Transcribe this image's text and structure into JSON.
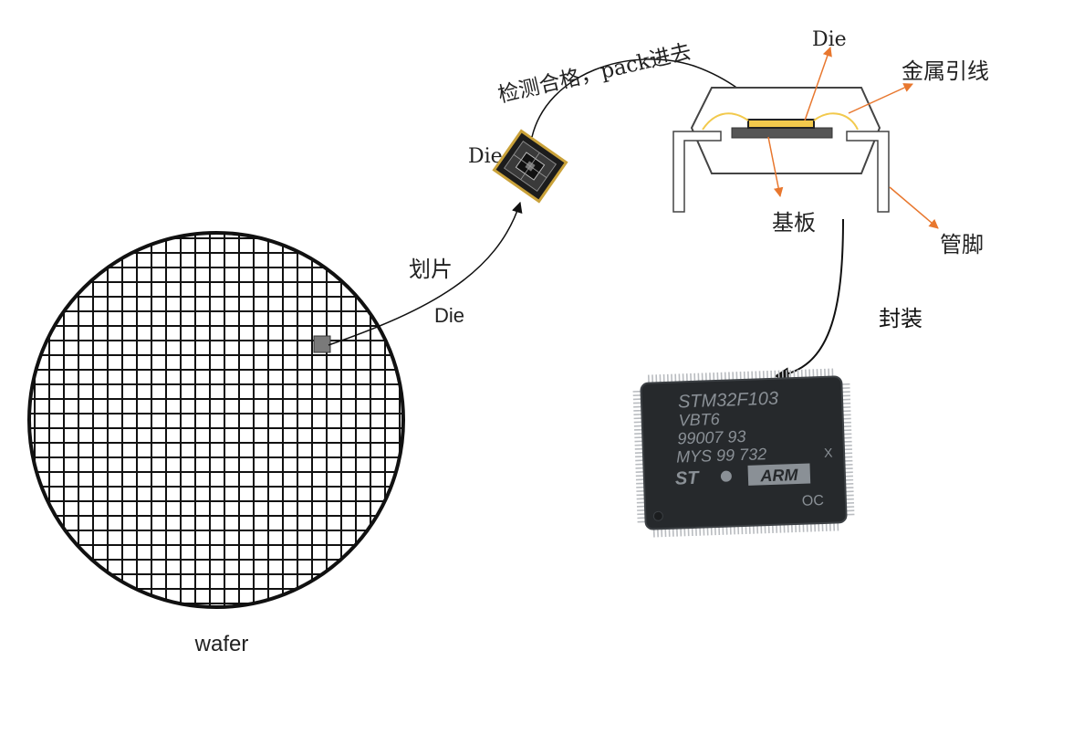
{
  "labels": {
    "wafer": "wafer",
    "die_wafer": "Die",
    "dicing": "划片",
    "die_chip": "Die",
    "test_pack": "检测合格，pack进去",
    "die_package": "Die",
    "metal_wire": "金属引线",
    "substrate": "基板",
    "pins": "管脚",
    "packaging": "封装"
  },
  "chip_marking": {
    "line1": "STM32F103",
    "line2": "VBT6",
    "line3": "99007 93",
    "line4": "MYS 99 732",
    "suffix": "X",
    "logo_left": "ST",
    "logo_arm": "ARM",
    "code": "OC"
  },
  "colors": {
    "wire": "#f2c94c",
    "pointer_arrow": "#e8772e",
    "chip_body": "#26292c",
    "chip_text": "#8a9096",
    "grid_line": "#111111",
    "flow_arrow": "#111111"
  }
}
